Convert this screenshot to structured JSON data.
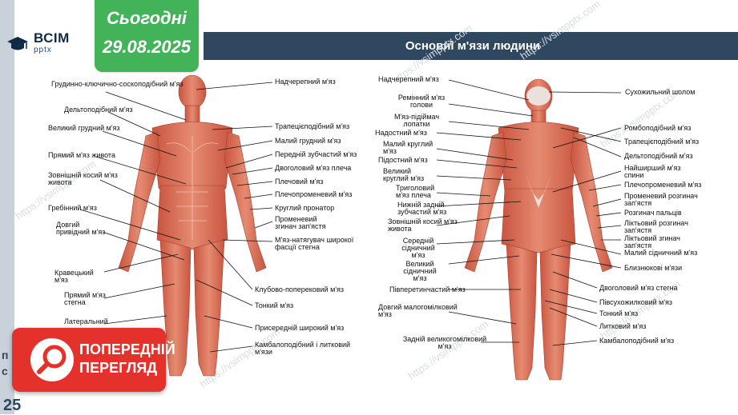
{
  "brand": {
    "name": "ВСІМ",
    "sub": "pptx"
  },
  "date_badge": {
    "line1": "Сьогодні",
    "line2": "29.08.2025"
  },
  "slide": {
    "title": "Основні м'язи людини",
    "number": "25",
    "side_a": "п",
    "side_b": "с"
  },
  "preview_button": {
    "line1": "ПОПЕРЕДНІЙ",
    "line2": "ПЕРЕГЛЯД"
  },
  "watermark": "https://vsimpptx.com",
  "front_labels": [
    {
      "id": "f1",
      "text": "Грудинно-ключично-соскоподібний м'яз"
    },
    {
      "id": "f2",
      "text": "Дельтоподібний м'яз"
    },
    {
      "id": "f3",
      "text": "Великий грудний м'яз"
    },
    {
      "id": "f4",
      "text": "Прямий м'яз живота"
    },
    {
      "id": "f5",
      "text": "Зовнішній косий м'яз живота"
    },
    {
      "id": "f6",
      "text": "Гребінний м'яз"
    },
    {
      "id": "f7",
      "text": "Довгий привідний м'яз"
    },
    {
      "id": "f8",
      "text": "Кравецький м'яз"
    },
    {
      "id": "f9",
      "text": "Прямий м'яз стегна"
    },
    {
      "id": "f10",
      "text": "Латеральний"
    },
    {
      "id": "f11",
      "text": "Надчерепний м'яз"
    },
    {
      "id": "f12",
      "text": "Трапецієподібний м'яз"
    },
    {
      "id": "f13",
      "text": "Малий грудний м'яз"
    },
    {
      "id": "f14",
      "text": "Передній зубчастий м'яз"
    },
    {
      "id": "f15",
      "text": "Двоголовий м'яз плеча"
    },
    {
      "id": "f16",
      "text": "Плечовий м'яз"
    },
    {
      "id": "f17",
      "text": "Плечопроменевий м'яз"
    },
    {
      "id": "f18",
      "text": "Круглий пронатор"
    },
    {
      "id": "f19",
      "text": "Променевий згинач зап'ястя"
    },
    {
      "id": "f20",
      "text": "М'яз-натягувач широкої фасції стегна"
    },
    {
      "id": "f21",
      "text": "Клубово-поперековий м'яз"
    },
    {
      "id": "f22",
      "text": "Тонкий м'яз"
    },
    {
      "id": "f23",
      "text": "Присередній широкий м'яз"
    },
    {
      "id": "f24",
      "text": "Камбалоподібний і литковий м'язи"
    }
  ],
  "back_labels": [
    {
      "id": "b1",
      "text": "Надчерепний м'яз"
    },
    {
      "id": "b2",
      "text": "Ремінний м'яз голови"
    },
    {
      "id": "b3",
      "text": "М'яз-підіймач лопатки"
    },
    {
      "id": "b4",
      "text": "Надостний м'яз"
    },
    {
      "id": "b5",
      "text": "Малий круглий м'яз"
    },
    {
      "id": "b6",
      "text": "Підостний м'яз"
    },
    {
      "id": "b7",
      "text": "Великий круглий м'яз"
    },
    {
      "id": "b8",
      "text": "Триголовий м'яз плеча"
    },
    {
      "id": "b9",
      "text": "Нижній задній зубчастий м'яз"
    },
    {
      "id": "b10",
      "text": "Зовнішній косий м'яз живота"
    },
    {
      "id": "b11",
      "text": "Середній сідничний м'яз"
    },
    {
      "id": "b12",
      "text": "Великий сідничний м'яз"
    },
    {
      "id": "b13",
      "text": "Півперетинчастий м'яз"
    },
    {
      "id": "b14",
      "text": "Довгий малогомілковий м'яз"
    },
    {
      "id": "b15",
      "text": "Задній великогомілковий м'яз"
    },
    {
      "id": "b16",
      "text": "Сухожильний шолом"
    },
    {
      "id": "b17",
      "text": "Ромбоподібний м'яз"
    },
    {
      "id": "b18",
      "text": "Трапецієподібний м'яз"
    },
    {
      "id": "b19",
      "text": "Дельтоподібний м'яз"
    },
    {
      "id": "b20",
      "text": "Найширший м'яз спини"
    },
    {
      "id": "b21",
      "text": "Плечопроменевий м'яз"
    },
    {
      "id": "b22",
      "text": "Променевий розгинач зап'ястя"
    },
    {
      "id": "b23",
      "text": "Розгинач пальців"
    },
    {
      "id": "b24",
      "text": "Ліктьовий розгинач зап'ястя"
    },
    {
      "id": "b25",
      "text": "Ліктьовий згинач зап'ястя"
    },
    {
      "id": "b26",
      "text": "Малий сідничний м'яз"
    },
    {
      "id": "b27",
      "text": "Близнюкові м'язи"
    },
    {
      "id": "b28",
      "text": "Двоголовий м'яз стегна"
    },
    {
      "id": "b29",
      "text": "Півсухожилковий м'яз"
    },
    {
      "id": "b30",
      "text": "Тонкий м'яз"
    },
    {
      "id": "b31",
      "text": "Литковий м'яз"
    },
    {
      "id": "b32",
      "text": "Камбалоподібний м'яз"
    }
  ],
  "colors": {
    "header": "#2f4860",
    "date_green": "#43b35a",
    "preview_red": "#e4312b",
    "muscle": "#d96a55"
  }
}
